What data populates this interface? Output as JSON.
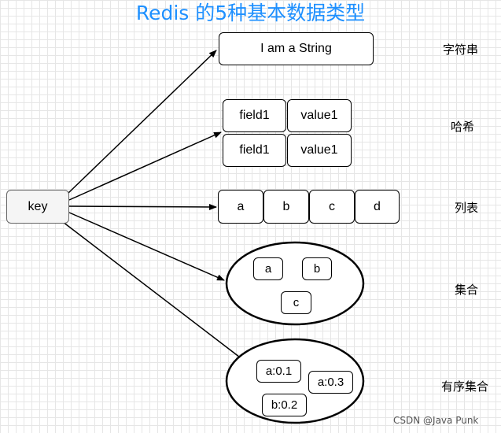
{
  "title": "Redis 的5种基本数据类型",
  "key_label": "key",
  "string": {
    "value": "I am a String",
    "category": "字符串"
  },
  "hash": {
    "rows": [
      {
        "field": "field1",
        "value": "value1"
      },
      {
        "field": "field1",
        "value": "value1"
      }
    ],
    "category": "哈希"
  },
  "list": {
    "items": [
      "a",
      "b",
      "c",
      "d"
    ],
    "category": "列表"
  },
  "set": {
    "members": [
      "a",
      "b",
      "c"
    ],
    "category": "集合"
  },
  "zset": {
    "members": [
      "a:0.1",
      "a:0.3",
      "b:0.2"
    ],
    "category": "有序集合"
  },
  "watermark": "CSDN @Java Punk"
}
